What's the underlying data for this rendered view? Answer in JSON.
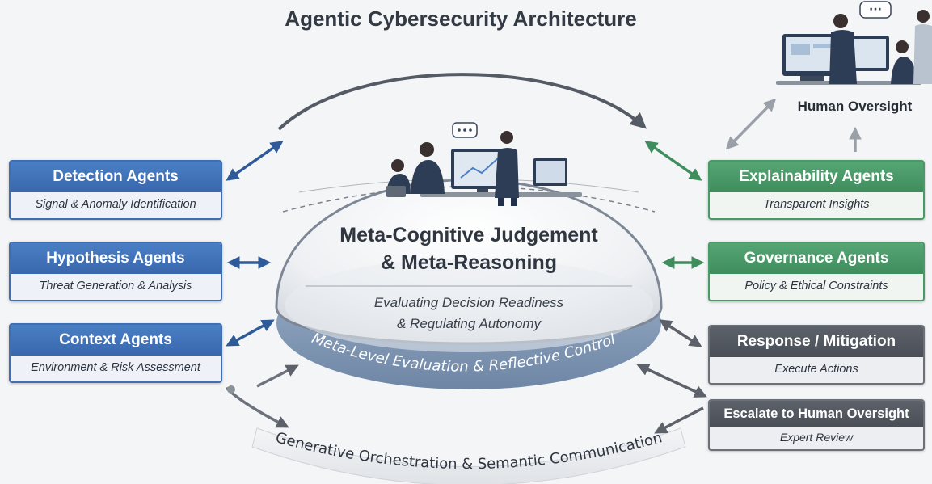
{
  "title": "Agentic Cybersecurity Architecture",
  "center": {
    "heading_line1": "Meta-Cognitive Judgement",
    "heading_line2": "& Meta-Reasoning",
    "sub_line1": "Evaluating Decision Readiness",
    "sub_line2": "& Regulating Autonomy",
    "ring_label": "Meta-Level Evaluation & Reflective Control",
    "base_label": "Generative Orchestration & Semantic Communication"
  },
  "left_agents": [
    {
      "title": "Detection Agents",
      "subtitle": "Signal & Anomaly Identification"
    },
    {
      "title": "Hypothesis Agents",
      "subtitle": "Threat Generation & Analysis"
    },
    {
      "title": "Context Agents",
      "subtitle": "Environment & Risk Assessment"
    }
  ],
  "right_agents": [
    {
      "title": "Explainability Agents",
      "subtitle": "Transparent Insights"
    },
    {
      "title": "Governance Agents",
      "subtitle": "Policy & Ethical Constraints"
    },
    {
      "title": "Response / Mitigation",
      "subtitle": "Execute Actions"
    },
    {
      "title": "Escalate to Human Oversight",
      "subtitle": "Expert Review"
    }
  ],
  "human_oversight": {
    "label": "Human Oversight",
    "bubble": "···"
  },
  "colors": {
    "blue": "#3e6fb3",
    "green": "#4a9a66",
    "gray": "#4f545c",
    "arrow_blue": "#2e5a98",
    "arrow_green": "#3f8d5d",
    "arrow_gray": "#5d626a"
  }
}
